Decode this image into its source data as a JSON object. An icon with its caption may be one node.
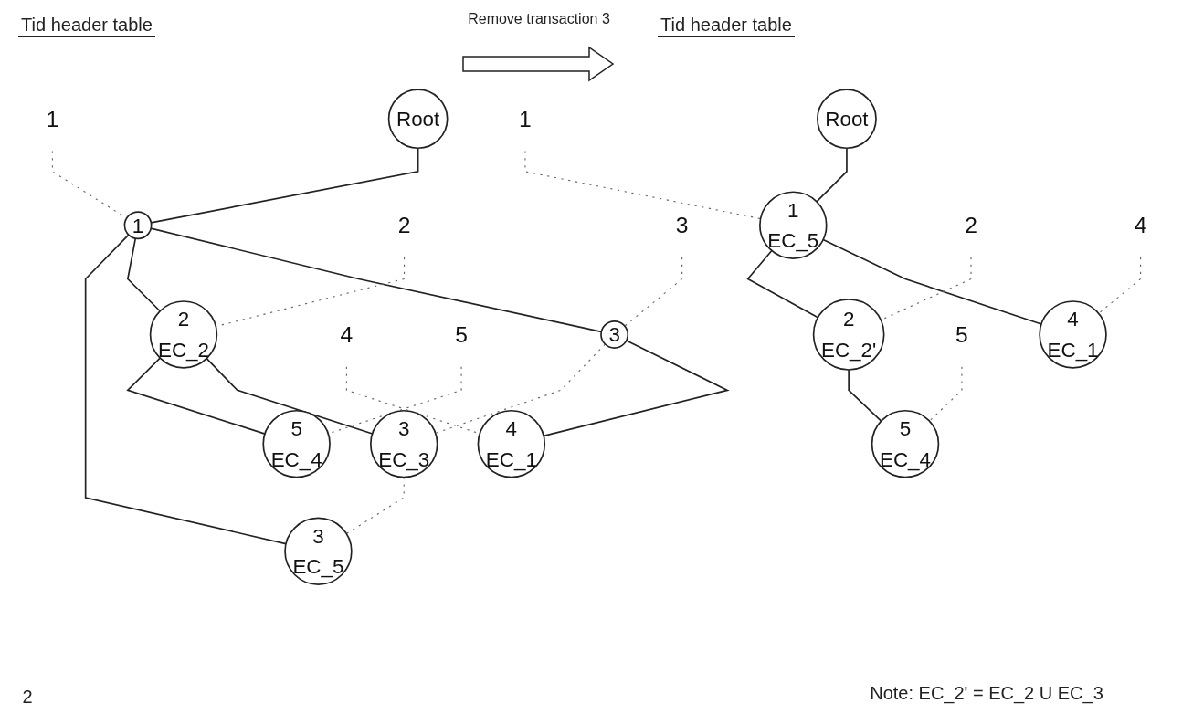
{
  "diagram": {
    "nodes": [
      {
        "text": [
          "Root"
        ]
      },
      {
        "text": [
          "1"
        ]
      },
      {
        "text": [
          "3"
        ]
      },
      {
        "text": [
          "2",
          "EC_2"
        ]
      },
      {
        "text": [
          "3",
          "EC_5"
        ]
      },
      {
        "text": [
          "4",
          "EC_1"
        ]
      },
      {
        "text": [
          "3",
          "EC_3"
        ]
      },
      {
        "text": [
          "5",
          "EC_4"
        ]
      },
      {
        "text": [
          "1"
        ]
      },
      {
        "text": [
          "2"
        ]
      },
      {
        "text": [
          "3"
        ]
      },
      {
        "text": [
          "4"
        ]
      },
      {
        "text": [
          "5"
        ]
      },
      {
        "text": [
          "Root"
        ]
      },
      {
        "text": [
          "1",
          "EC_5"
        ]
      },
      {
        "text": [
          "4",
          "EC_1"
        ]
      },
      {
        "text": [
          "2",
          "EC_2'"
        ]
      },
      {
        "text": [
          "5",
          "EC_4"
        ]
      },
      {
        "text": [
          "1"
        ]
      },
      {
        "text": [
          "2"
        ]
      },
      {
        "text": [
          "4"
        ]
      },
      {
        "text": [
          "5"
        ]
      }
    ],
    "edges": [
      {
        "from": 0,
        "to": 1,
        "arrow": "none"
      },
      {
        "from": 1,
        "to": 2,
        "arrow": "none"
      },
      {
        "from": 1,
        "to": 3,
        "arrow": "none"
      },
      {
        "from": 1,
        "to": 4,
        "arrow": "none"
      },
      {
        "from": 2,
        "to": 5,
        "arrow": "none"
      },
      {
        "from": 3,
        "to": 6,
        "arrow": "none"
      },
      {
        "from": 3,
        "to": 7,
        "arrow": "none"
      },
      {
        "from": 8,
        "to": 1,
        "arrow": "none",
        "style": "dashed"
      },
      {
        "from": 9,
        "to": 3,
        "arrow": "none",
        "style": "dashed"
      },
      {
        "from": 10,
        "to": 2,
        "arrow": "none",
        "style": "dashed"
      },
      {
        "from": 2,
        "to": 6,
        "arrow": "none",
        "style": "dashed"
      },
      {
        "from": 6,
        "to": 4,
        "arrow": "none",
        "style": "dashed"
      },
      {
        "from": 11,
        "to": 5,
        "arrow": "none",
        "style": "dashed"
      },
      {
        "from": 12,
        "to": 7,
        "arrow": "none",
        "style": "dashed"
      },
      {
        "from": 13,
        "to": 14,
        "arrow": "none"
      },
      {
        "from": 14,
        "to": 15,
        "arrow": "none"
      },
      {
        "from": 14,
        "to": 16,
        "arrow": "none"
      },
      {
        "from": 16,
        "to": 17,
        "arrow": "none"
      },
      {
        "from": 18,
        "to": 14,
        "arrow": "none",
        "style": "dashed"
      },
      {
        "from": 19,
        "to": 16,
        "arrow": "none",
        "style": "dashed"
      },
      {
        "from": 20,
        "to": 15,
        "arrow": "none",
        "style": "dashed"
      },
      {
        "from": 21,
        "to": 17,
        "arrow": "none",
        "style": "dashed"
      }
    ],
    "labels": [
      "Tid header table",
      "Remove transaction 3",
      "Tid header table",
      "2",
      "Note: EC_2' = EC_2 U EC_3"
    ]
  }
}
